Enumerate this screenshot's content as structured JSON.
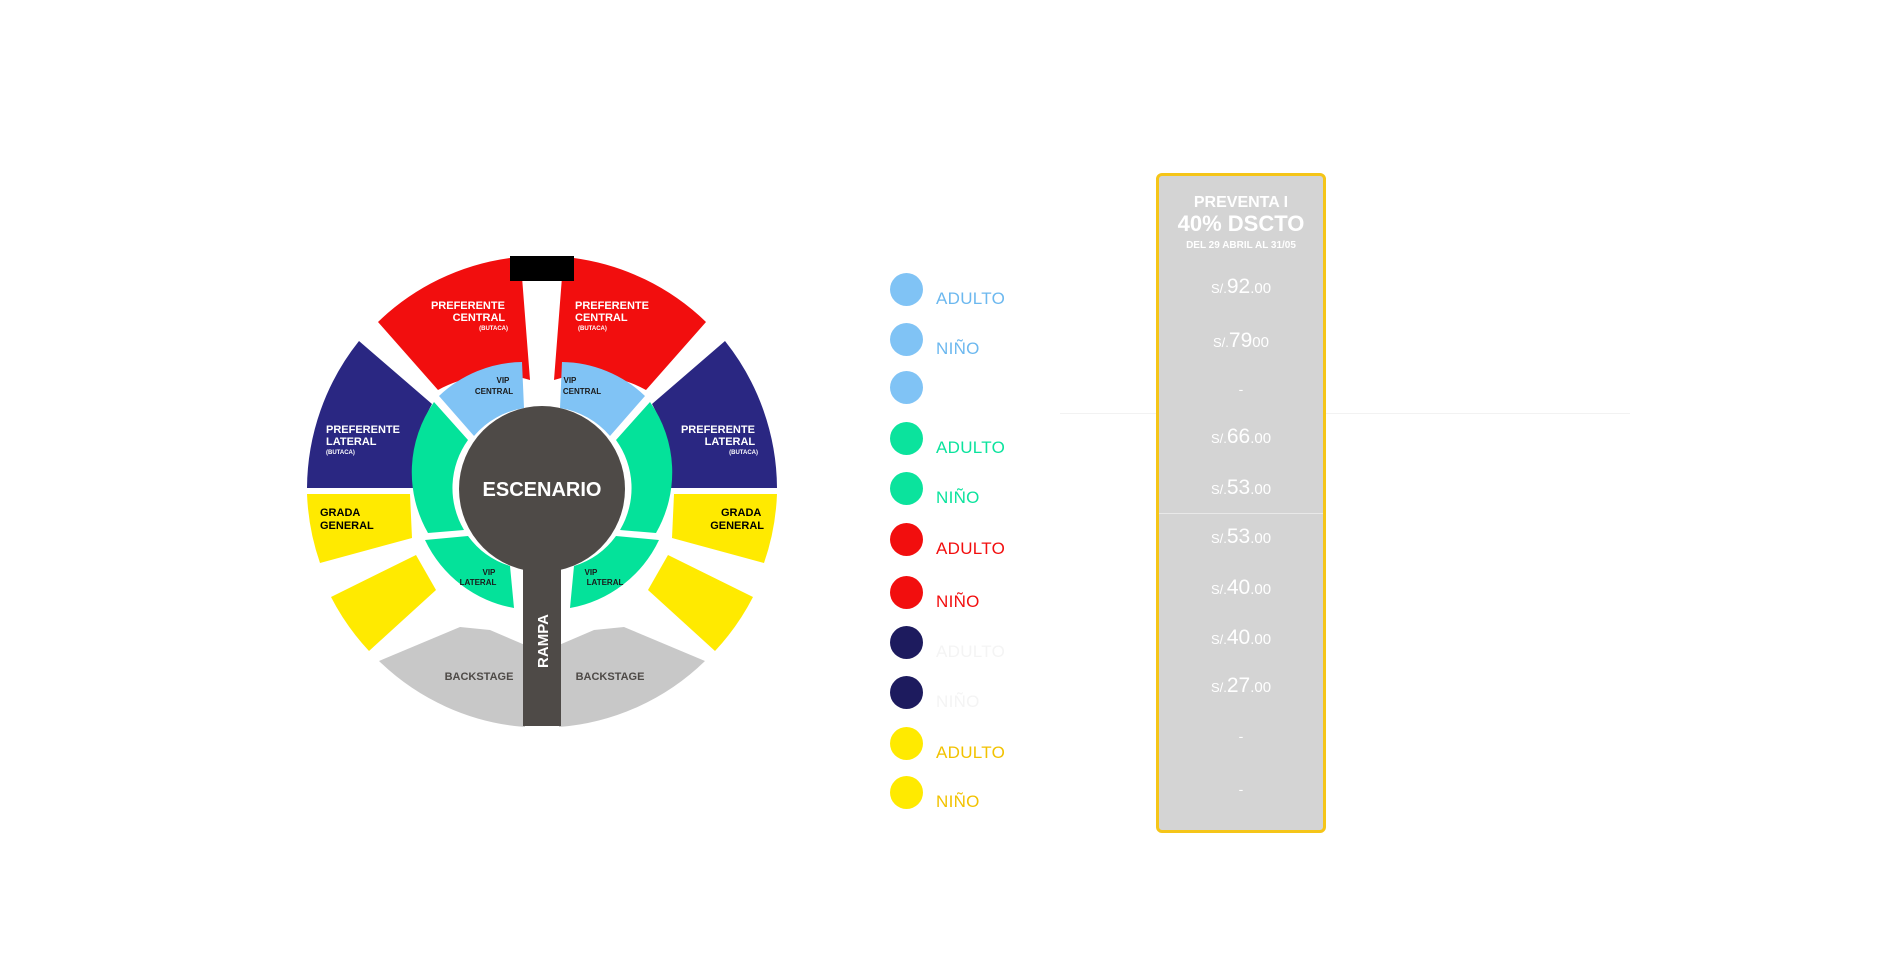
{
  "map": {
    "stage_label": "ESCENARIO",
    "ramp_label": "RAMPA",
    "zones": {
      "pref_central_left": [
        "PREFERENTE",
        "CENTRAL",
        "(BUTACA)"
      ],
      "pref_central_right": [
        "PREFERENTE",
        "CENTRAL",
        "(BUTACA)"
      ],
      "pref_lateral_left": [
        "PREFERENTE",
        "LATERAL",
        "(BUTACA)"
      ],
      "pref_lateral_right": [
        "PREFERENTE",
        "LATERAL",
        "(BUTACA)"
      ],
      "grada_left": [
        "GRADA",
        "GENERAL"
      ],
      "grada_right": [
        "GRADA",
        "GENERAL"
      ],
      "vip_central_left": [
        "VIP",
        "CENTRAL"
      ],
      "vip_central_right": [
        "VIP",
        "CENTRAL"
      ],
      "vip_lateral_left": [
        "VIP",
        "LATERAL"
      ],
      "vip_lateral_right": [
        "VIP",
        "LATERAL"
      ],
      "backstage_left": "BACKSTAGE",
      "backstage_right": "BACKSTAGE"
    }
  },
  "colors": {
    "red": "#f20e0e",
    "navy": "#2a2782",
    "yellow": "#ffea00",
    "light_blue": "#80c3f5",
    "green": "#04e29a",
    "grey": "#c8c8c8",
    "stage": "#4e4a47",
    "legend_navy": "#1d1b5e",
    "panel_border": "#f5c518",
    "panel_bg": "#d4d4d4"
  },
  "legend": [
    {
      "label": "ADULTO",
      "dot": "#80c3f5",
      "text": "#6cb8ef"
    },
    {
      "label": "NIÑO",
      "dot": "#80c3f5",
      "text": "#6cb8ef"
    },
    {
      "label": "",
      "dot": "#80c3f5",
      "text": "#6cb8ef"
    },
    {
      "label": "ADULTO",
      "dot": "#0be39d",
      "text": "#0be39d"
    },
    {
      "label": "NIÑO",
      "dot": "#0be39d",
      "text": "#0be39d"
    },
    {
      "label": "ADULTO",
      "dot": "#f20e0e",
      "text": "#f20e0e"
    },
    {
      "label": "NIÑO",
      "dot": "#f20e0e",
      "text": "#f20e0e"
    },
    {
      "label": "ADULTO",
      "dot": "#1d1b5e",
      "text": "#f4f4f4"
    },
    {
      "label": "NIÑO",
      "dot": "#1d1b5e",
      "text": "#f4f4f4"
    },
    {
      "label": "ADULTO",
      "dot": "#ffea00",
      "text": "#f2c200"
    },
    {
      "label": "NIÑO",
      "dot": "#ffea00",
      "text": "#f2c200"
    }
  ],
  "panel": {
    "title": "PREVENTA I",
    "discount": "40% DSCTO",
    "dates": "DEL 29 ABRIL AL 31/05",
    "prices": [
      {
        "cur": "S/.",
        "int": "92",
        "dec": ".00"
      },
      {
        "cur": "S/.",
        "int": "79",
        "dec": "00"
      },
      {
        "cur": "",
        "int": "-",
        "dec": ""
      },
      {
        "cur": "S/.",
        "int": "66",
        "dec": ".00"
      },
      {
        "cur": "S/.",
        "int": "53",
        "dec": ".00"
      },
      {
        "cur": "S/.",
        "int": "53",
        "dec": ".00"
      },
      {
        "cur": "S/.",
        "int": "40",
        "dec": ".00"
      },
      {
        "cur": "S/.",
        "int": "40",
        "dec": ".00"
      },
      {
        "cur": "S/.",
        "int": "27",
        "dec": ".00"
      },
      {
        "cur": "",
        "int": "-",
        "dec": ""
      },
      {
        "cur": "",
        "int": "-",
        "dec": ""
      }
    ]
  }
}
